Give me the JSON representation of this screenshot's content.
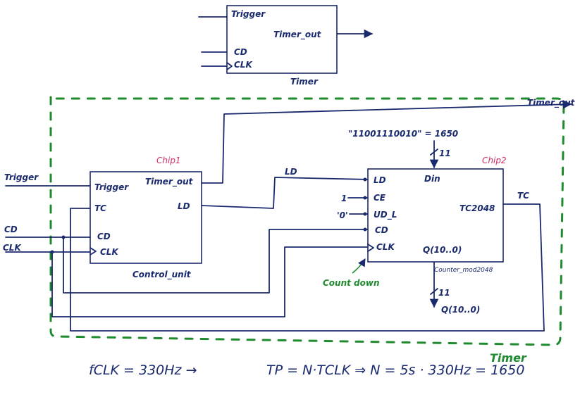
{
  "top_block": {
    "trigger": "Trigger",
    "timer_out": "Timer_out",
    "cd": "CD",
    "clk": "CLK",
    "name": "Timer"
  },
  "chip1": {
    "tag": "Chip1",
    "trigger": "Trigger",
    "tc": "TC",
    "cd": "CD",
    "clk": "CLK",
    "timer_out": "Timer_out",
    "ld": "LD",
    "name": "Control_unit"
  },
  "chip2": {
    "tag": "Chip2",
    "din_value": "\"11001110010\" = 1650",
    "bus_width": "11",
    "din": "Din",
    "ld": "LD",
    "ce": "CE",
    "ud_l": "UD_L",
    "cd": "CD",
    "clk": "CLK",
    "tc2048": "TC2048",
    "q": "Q(10..0)",
    "name": "Counter_mod2048",
    "ce_in": "1",
    "ud_in": "'0'"
  },
  "signals": {
    "trigger_in": "Trigger",
    "cd_in": "CD",
    "clk_in": "CLK",
    "ld": "LD",
    "tc": "TC",
    "timer_out": "Timer_out",
    "count_down": "Count down",
    "q_width": "11",
    "q_out": "Q(10..0)"
  },
  "boundary_label": "Timer",
  "equations": {
    "fclk": "fCLK = 330Hz →",
    "tp": "TP = N·TCLK ⇒ N = 5s · 330Hz = 1650"
  },
  "colors": {
    "ink": "#1a2a6e",
    "boundary": "#1f8a2e",
    "chip_tag": "#d0306a"
  }
}
